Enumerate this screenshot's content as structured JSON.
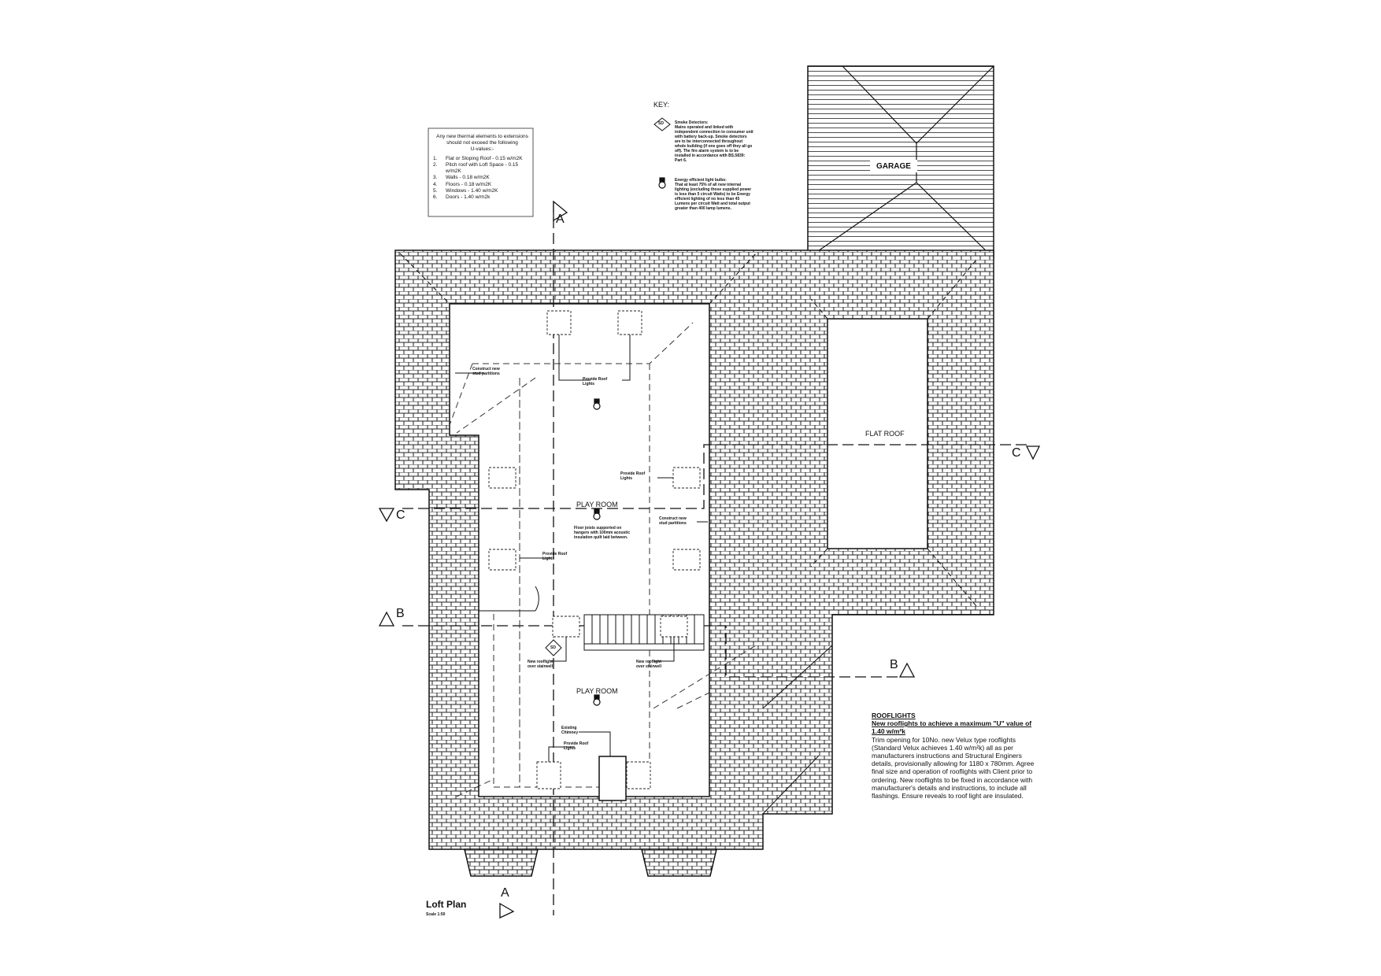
{
  "drawing": {
    "title": "Loft Plan",
    "scale": "Scale 1:50"
  },
  "uvalues_note": {
    "intro": [
      "Any new thermal elements to extensions",
      "should not exceed the following",
      "U-values:-"
    ],
    "items": [
      {
        "num": "1.",
        "text": "Flat or Sloping Roof - 0.15 w/m2K"
      },
      {
        "num": "2.",
        "text": "Pitch roof with Loft Space - 0.15"
      },
      {
        "num": "",
        "text": "w/m2K"
      },
      {
        "num": "3.",
        "text": "Walls - 0.18 w/m2K"
      },
      {
        "num": "4.",
        "text": "Floors - 0.18 w/m2K"
      },
      {
        "num": "5.",
        "text": "Windows - 1.40 w/m2K"
      },
      {
        "num": "6.",
        "text": "Doors - 1.40 w/m2k"
      }
    ]
  },
  "key": {
    "title": "KEY:",
    "smoke_symbol": "SD",
    "smoke": [
      "Smoke Detectors:",
      "Mains operated and linked with",
      "independent connection to consumer unit",
      "with battery back-up. Smoke detectors",
      "are to be interconnected throughout",
      "whole building (if one goes off they all go",
      "off). The fire alarm system is to be",
      "installed in accordance with BS.5839:",
      "Part 6."
    ],
    "light": [
      "Energy efficient light bulbs:",
      "That at least 75% of all new internal",
      "lighting (excluding those supplied power",
      "is less than 5 circuit Watts) to be Energy",
      "efficient lighting of no less than 45",
      "Lumens per circuit Watt and total output",
      "greater than 400 lamp lumens."
    ]
  },
  "rooflights_note": {
    "heading": "ROOFLIGHTS",
    "subheading": [
      "New rooflights to achieve a maximum \"U\" value of",
      "1.40 w/m²k"
    ],
    "body": [
      "Trim opening for 10No. new Velux type rooflights",
      "(Standard Velux achieves 1.40 w/m²k) all as per",
      "manufacturers instructions and Structural Enginers",
      "details, provisionally allowing for 1180 x 780mm. Agree",
      "final size and operation of rooflights with Client prior to",
      "ordering. New rooflights to be fixed in accordance with",
      "manufacturer's details and instructions, to include all",
      "flashings. Ensure reveals to roof light are insulated."
    ]
  },
  "labels": {
    "garage": "GARAGE",
    "flat_roof": "FLAT ROOF",
    "play_room_upper": "PLAY ROOM",
    "play_room_lower": "PLAY ROOM",
    "stud_partitions_1": [
      "Construct new",
      "stud partitions"
    ],
    "stud_partitions_2": [
      "Construct new",
      "stud partitions"
    ],
    "roof_lights_1": [
      "Provide Roof",
      "Lights"
    ],
    "roof_lights_2": [
      "Provide Roof",
      "Lights"
    ],
    "roof_lights_3": [
      "Provide Roof",
      "Lights"
    ],
    "roof_lights_4": [
      "Provide Roof",
      "Lights"
    ],
    "floor_joists": [
      "Floor joists supported on",
      "hangers with 100mm acoustic",
      "insulation quilt laid between."
    ],
    "stairwell_1": [
      "New rooflight",
      "over stairwell"
    ],
    "stairwell_2": [
      "New rooflight",
      "over stairwell"
    ],
    "chimney": [
      "Existing",
      "Chimney"
    ],
    "sd_marker": "SD"
  },
  "sections": {
    "a_top": "A",
    "a_bottom": "A",
    "b_left": "B",
    "b_right": "B",
    "c_left": "C",
    "c_right": "C"
  },
  "colors": {
    "ink": "#111111",
    "paper": "#ffffff",
    "tile": "#333333"
  }
}
